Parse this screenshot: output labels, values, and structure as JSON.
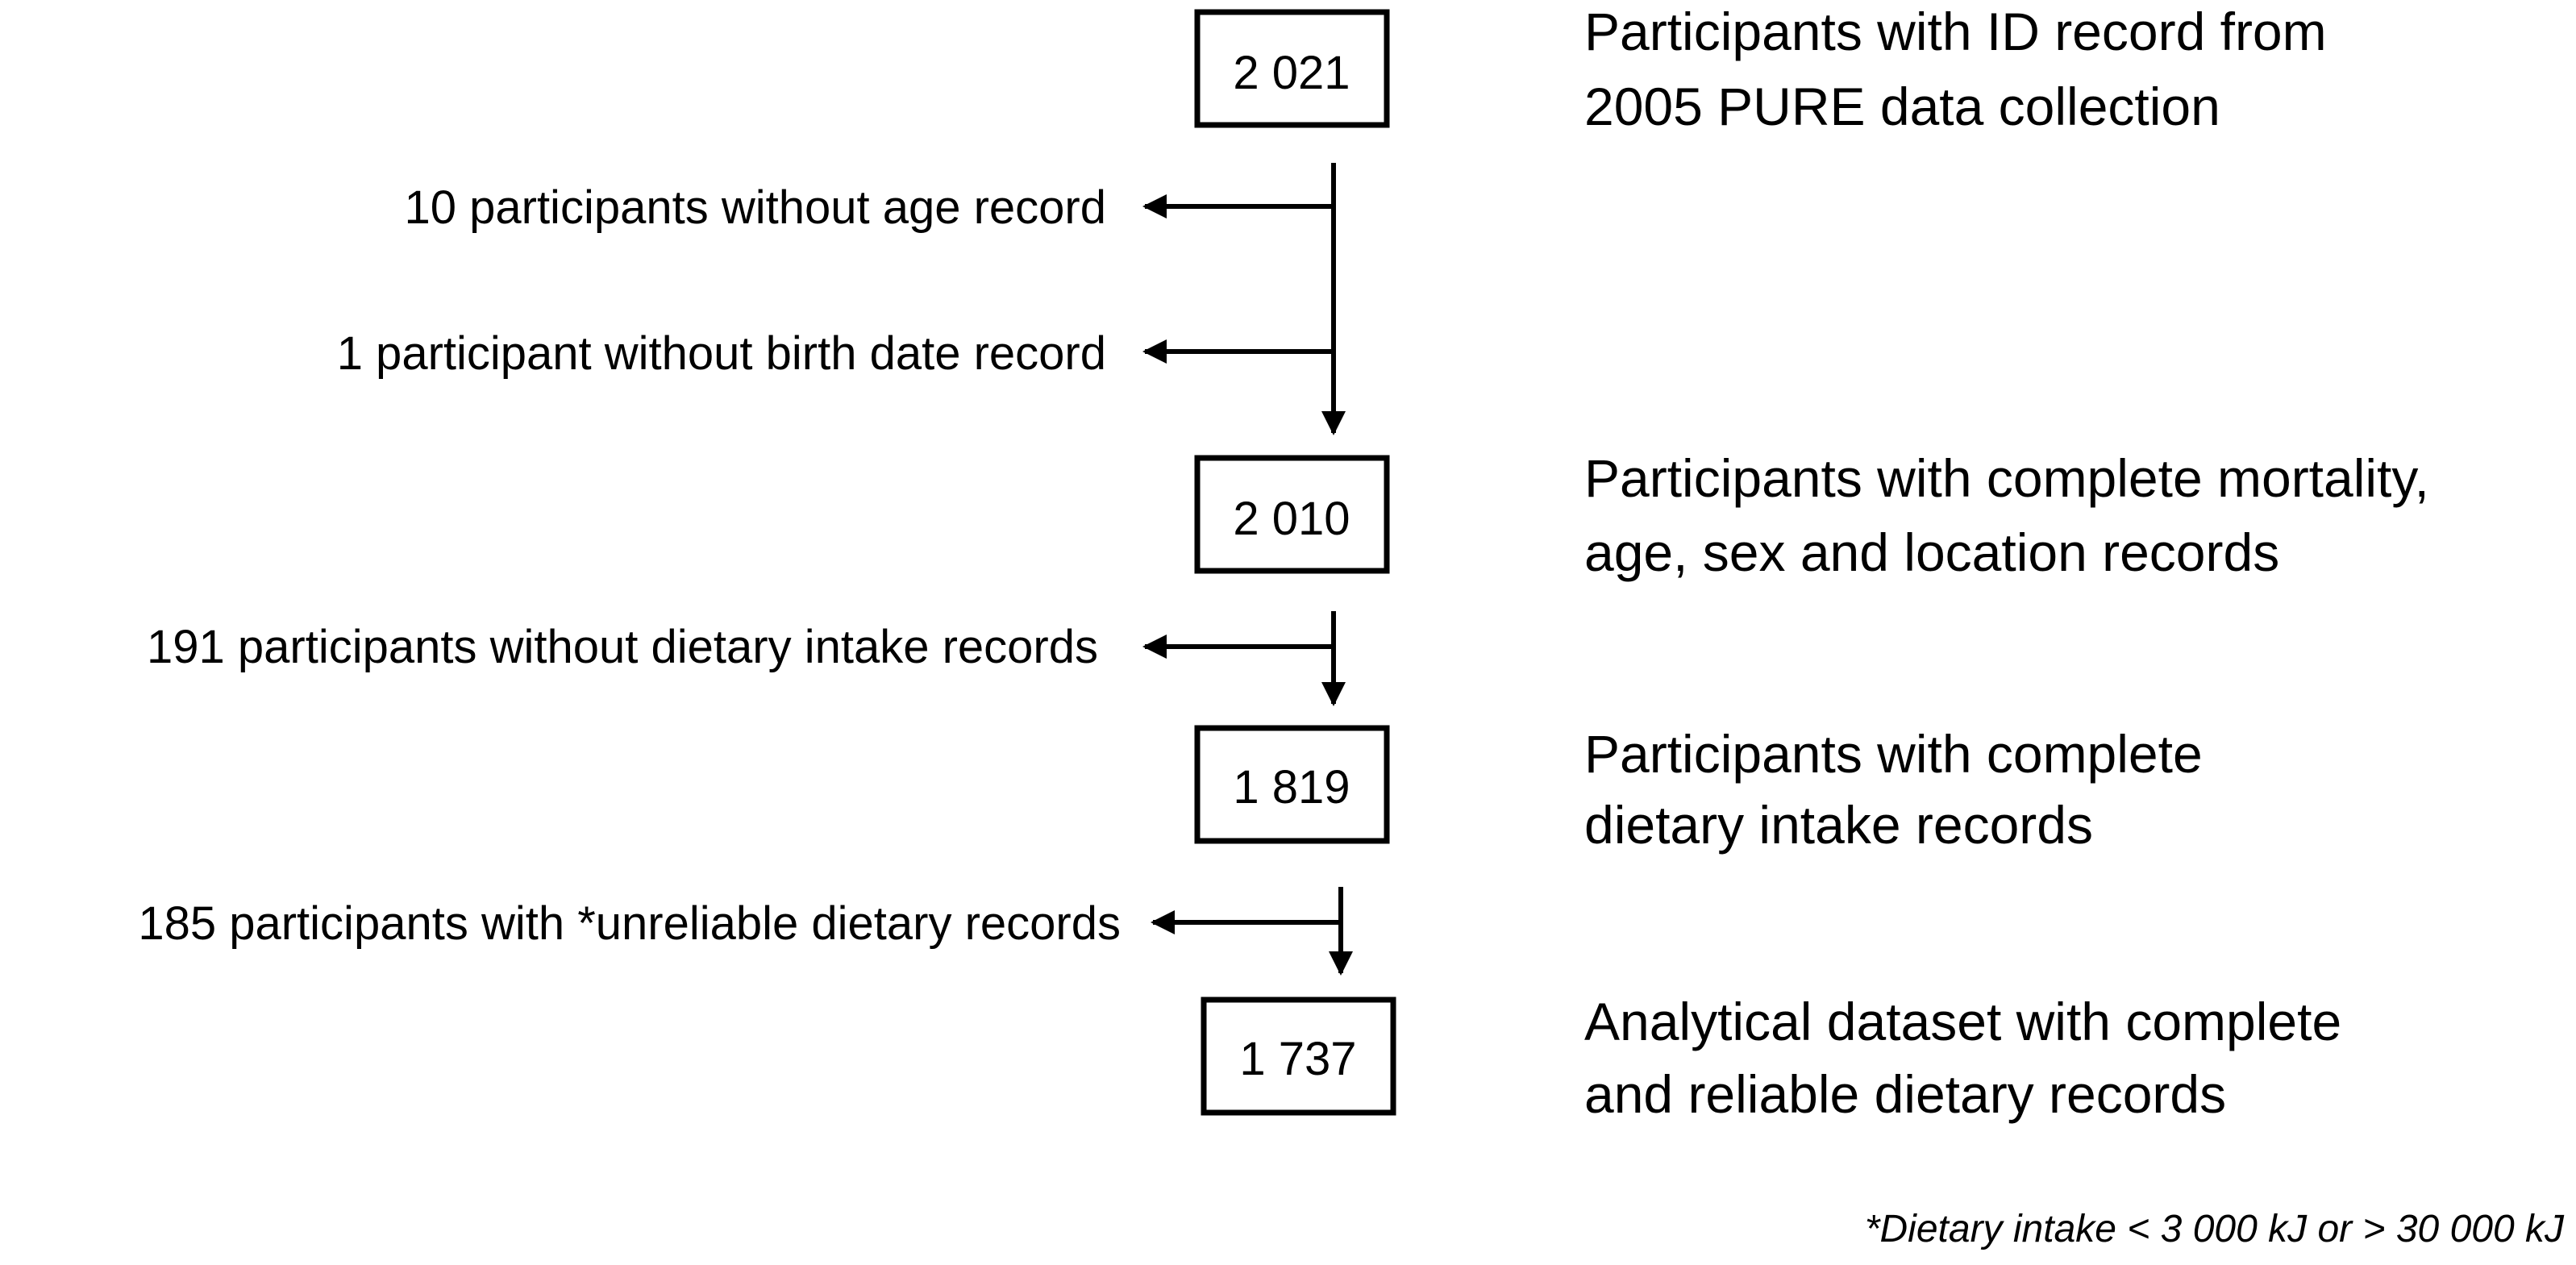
{
  "stages": [
    {
      "count": "2 021",
      "description": [
        "Participants with ID record from",
        "2005 PURE data collection"
      ]
    },
    {
      "count": "2 010",
      "description": [
        "Participants with complete  mortality,",
        "age, sex and location records"
      ]
    },
    {
      "count": "1 819",
      "description": [
        "Participants with complete",
        "dietary intake records"
      ]
    },
    {
      "count": "1 737",
      "description": [
        "Analytical dataset with complete",
        "and reliable dietary records"
      ]
    }
  ],
  "exclusions": [
    "10 participants without age record",
    "1 participant without birth date record",
    "191 participants without dietary intake records",
    "185 participants with *unreliable dietary records"
  ],
  "footnote": "*Dietary intake < 3 000 kJ or > 30 000  kJ",
  "colors": {
    "line": "#000000",
    "background": "#ffffff"
  }
}
